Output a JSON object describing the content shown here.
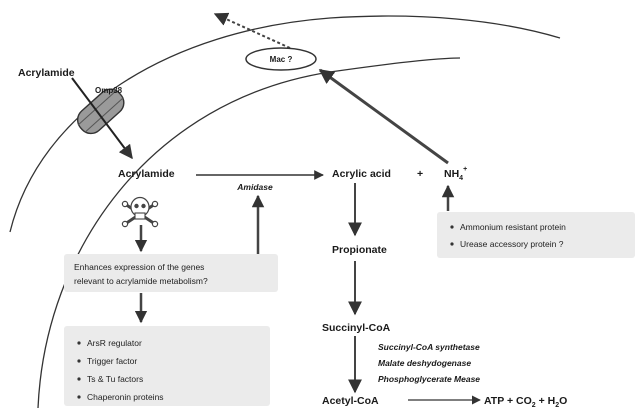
{
  "labels": {
    "acrylamide_outside": "Acrylamide",
    "omp": "Omp38",
    "mac": "Mac ?",
    "acrylamide_inside": "Acrylamide",
    "amidase": "Amidase",
    "acrylic_acid": "Acrylic acid",
    "plus": "+",
    "nh4_base": "NH",
    "nh4_sub": "4",
    "nh4_sup": "+",
    "propionate": "Propionate",
    "succinyl_coa": "Succinyl-CoA",
    "acetyl_coa": "Acetyl-CoA",
    "atp_part1": "ATP + CO",
    "atp_sub1": "2",
    "atp_part2": " + H",
    "atp_sub2": "2",
    "atp_part3": "O"
  },
  "enzymes": [
    "Succinyl-CoA synthetase",
    "Malate deshydogenase",
    "Phosphoglycerate Mease"
  ],
  "expression_box": {
    "line1": "Enhances expression of the genes",
    "line2": "relevant to acrylamide metabolism?"
  },
  "ammonium_box": {
    "items": [
      "Ammonium resistant protein",
      "Urease accessory protein ?"
    ]
  },
  "regulator_box": {
    "items": [
      "ArsR regulator",
      "Trigger factor",
      "Ts & Tu factors",
      "Chaperonin proteins"
    ]
  },
  "colors": {
    "box_fill": "#ebebeb",
    "stroke": "#333333",
    "porin_fill": "#9a9a9a"
  }
}
